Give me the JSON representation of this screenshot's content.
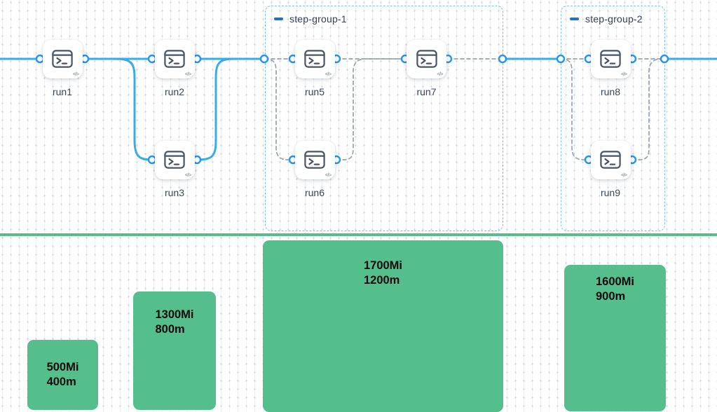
{
  "workflow": {
    "nodes": [
      {
        "id": "run1",
        "label": "run1"
      },
      {
        "id": "run2",
        "label": "run2"
      },
      {
        "id": "run3",
        "label": "run3"
      },
      {
        "id": "run5",
        "label": "run5"
      },
      {
        "id": "run6",
        "label": "run6"
      },
      {
        "id": "run7",
        "label": "run7"
      },
      {
        "id": "run8",
        "label": "run8"
      },
      {
        "id": "run9",
        "label": "run9"
      }
    ],
    "groups": [
      {
        "label": "step-group-1"
      },
      {
        "label": "step-group-2"
      }
    ]
  },
  "resources": {
    "bars": [
      {
        "memory": "500Mi",
        "cpu": "400m"
      },
      {
        "memory": "1300Mi",
        "cpu": "800m"
      },
      {
        "memory": "1700Mi",
        "cpu": "1200m"
      },
      {
        "memory": "1600Mi",
        "cpu": "900m"
      }
    ]
  },
  "colors": {
    "edge_blue": "#38abe8",
    "port_ring": "#2196f3",
    "edge_dashed_gray": "#9aa3ab",
    "group_border_blue": "#7cc6f2",
    "group_accent_blue": "#2470cf",
    "bar_green": "#54be8d",
    "divider_green": "#57bd8a",
    "node_icon_slate": "#475569"
  }
}
